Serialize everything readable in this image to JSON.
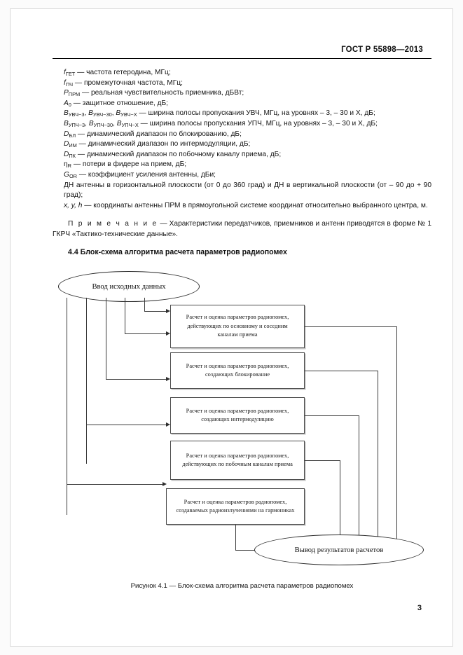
{
  "header": {
    "standard_id": "ГОСТ Р 55898—2013"
  },
  "definitions": [
    {
      "id": "f-get",
      "symbol": "f",
      "sub": "ГЕТ",
      "text": " — частота гетеродина, МГц;"
    },
    {
      "id": "f-pch",
      "symbol": "f",
      "sub": "ПЧ",
      "text": " — промежуточная частота, МГц;"
    },
    {
      "id": "p-prm",
      "symbol": "P",
      "sub": "ПРМ",
      "text": " — реальная чувствительность приемника, дБВт;"
    },
    {
      "id": "a-0",
      "symbol": "A",
      "sub": "0",
      "text": " — защитное отношение, дБ;"
    },
    {
      "id": "b-uvch",
      "symbol": "B",
      "sub": "УВЧ−3",
      "symbol2": "B",
      "sub2": "УВЧ−30",
      "symbol3": "B",
      "sub3": "УВЧ−Х",
      "text": " — ширина полосы пропускания УВЧ, МГц, на уровнях – 3, – 30 и Х, дБ;"
    },
    {
      "id": "b-upch",
      "symbol": "B",
      "sub": "УПЧ−3",
      "symbol2": "B",
      "sub2": "УПЧ−30",
      "symbol3": "B",
      "sub3": "УПЧ−Х",
      "text": " — ширина полосы пропускания УПЧ, МГц, на уровнях – 3, – 30 и Х, дБ;"
    },
    {
      "id": "d-bl",
      "symbol": "D",
      "sub": "БЛ",
      "text": " — динамический диапазон по блокированию, дБ;"
    },
    {
      "id": "d-im",
      "symbol": "D",
      "sub": "ИМ",
      "text": " — динамический диапазон по интермодуляции, дБ;"
    },
    {
      "id": "d-pk",
      "symbol": "D",
      "sub": "ПК",
      "text": " — динамический диапазон по побочному каналу приема, дБ;"
    },
    {
      "id": "eta-r",
      "symbol": "η",
      "sub": "R",
      "text": " — потери в фидере на прием, дБ;"
    },
    {
      "id": "g-or",
      "symbol": "G",
      "sub": "OR",
      "text": " — коэффициент усиления антенны, дБи;"
    }
  ],
  "paragraphs": {
    "antenna_pattern": "ДН антенны в горизонтальной плоскости (от 0 до 360 град) и ДН в вертикальной плоскости (от – 90 до + 90 град);",
    "coordinates_symbols": "x, y, h",
    "coordinates_text": " — координаты антенны ПРМ в прямоугольной системе координат относительно выбранного центра, м."
  },
  "note": {
    "label": "П р и м е ч а н и е",
    "dash": "  —  ",
    "text": "Характеристики передатчиков, приемников и антенн приводятся в форме № 1 ГКРЧ «Тактико-технические данные»."
  },
  "section": {
    "title": "4.4 Блок-схема алгоритма расчета параметров радиопомех"
  },
  "flowchart": {
    "start_node": "Ввод исходных данных",
    "end_node": "Вывод результатов расчетов",
    "processes": [
      {
        "id": "p1",
        "text": "Расчет и оценка параметров радиопомех, действующих по основному и соседним каналам приема"
      },
      {
        "id": "p2",
        "text": "Расчет и оценка параметров радиопомех, создающих блокирование"
      },
      {
        "id": "p3",
        "text": "Расчет и оценка параметров радиопомех, создающих интермодуляцию"
      },
      {
        "id": "p4",
        "text": "Расчет и оценка параметров радиопомех, действующих по побочным каналам приема"
      },
      {
        "id": "p5",
        "text": "Расчет и оценка параметров радиопомех, создаваемых радиоизлучениями на гармониках"
      }
    ]
  },
  "figure_caption": "Рисунок 4.1 — Блок-схема алгоритма расчета параметров радиопомех",
  "page_number": "3"
}
